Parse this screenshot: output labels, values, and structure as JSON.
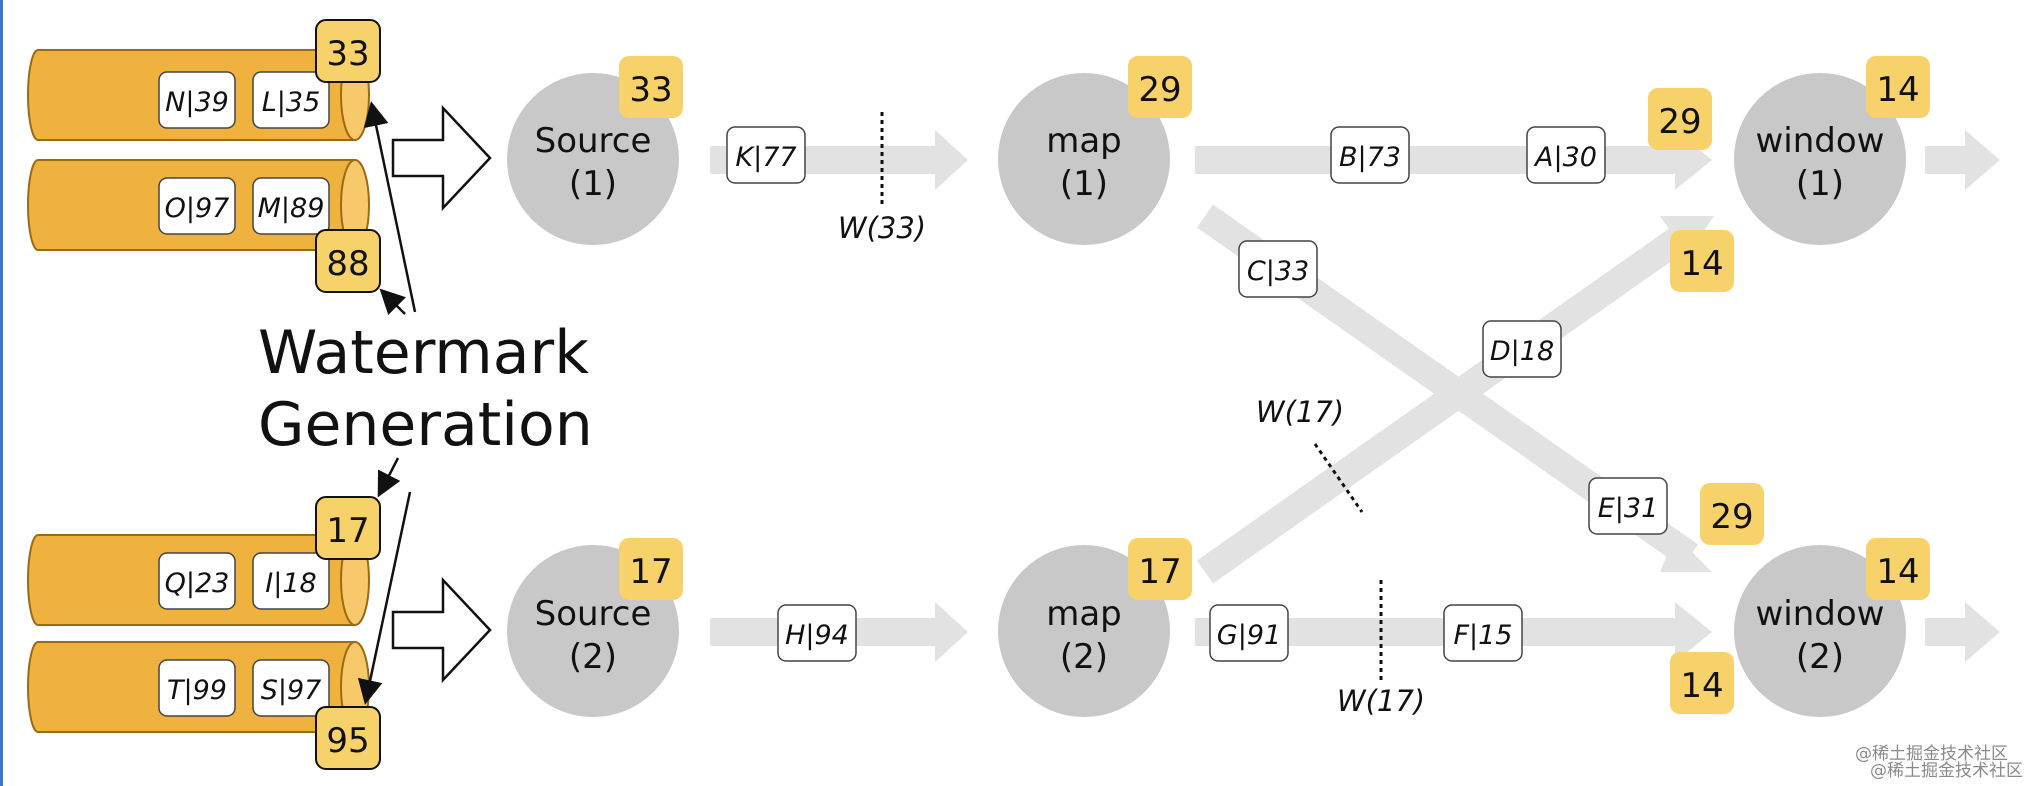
{
  "sources_label": [
    "Watermark",
    "Generation"
  ],
  "partitions": [
    {
      "id": "p1",
      "events": [
        "N|39",
        "L|35"
      ]
    },
    {
      "id": "p2",
      "events": [
        "O|97",
        "M|89"
      ]
    },
    {
      "id": "p3",
      "events": [
        "Q|23",
        "I|18"
      ]
    },
    {
      "id": "p4",
      "events": [
        "T|99",
        "S|97"
      ]
    }
  ],
  "partition_watermarks": [
    "33",
    "88",
    "17",
    "95"
  ],
  "nodes": [
    {
      "id": "source-1",
      "line1": "Source",
      "line2": "(1)",
      "watermark": "33"
    },
    {
      "id": "source-2",
      "line1": "Source",
      "line2": "(2)",
      "watermark": "17"
    },
    {
      "id": "map-1",
      "line1": "map",
      "line2": "(1)",
      "watermark": "29"
    },
    {
      "id": "map-2",
      "line1": "map",
      "line2": "(2)",
      "watermark": "17"
    },
    {
      "id": "window-1",
      "line1": "window",
      "line2": "(1)",
      "watermark": "14"
    },
    {
      "id": "window-2",
      "line1": "window",
      "line2": "(2)",
      "watermark": "14"
    }
  ],
  "stream_events": [
    {
      "id": "k",
      "label": "K|77"
    },
    {
      "id": "b",
      "label": "B|73"
    },
    {
      "id": "a",
      "label": "A|30"
    },
    {
      "id": "c",
      "label": "C|33"
    },
    {
      "id": "d",
      "label": "D|18"
    },
    {
      "id": "e",
      "label": "E|31"
    },
    {
      "id": "h",
      "label": "H|94"
    },
    {
      "id": "g",
      "label": "G|91"
    },
    {
      "id": "f",
      "label": "F|15"
    }
  ],
  "stream_watermarks": [
    "W(33)",
    "W(17)",
    "W(17)"
  ],
  "channel_watermarks": [
    {
      "id": "w1-from-map1",
      "value": "29"
    },
    {
      "id": "w1-from-map2",
      "value": "14"
    },
    {
      "id": "w2-from-map1",
      "value": "29"
    },
    {
      "id": "w2-from-map2",
      "value": "14"
    }
  ],
  "credit": [
    "@稀土掘金技术社区",
    "@稀土掘金技术社区"
  ],
  "colors": {
    "partition": "#f0b23e",
    "partition_edge": "#9a6a14",
    "badge": "#f7d26a",
    "node": "#c8c8c8",
    "stream": "#e2e2e2"
  }
}
